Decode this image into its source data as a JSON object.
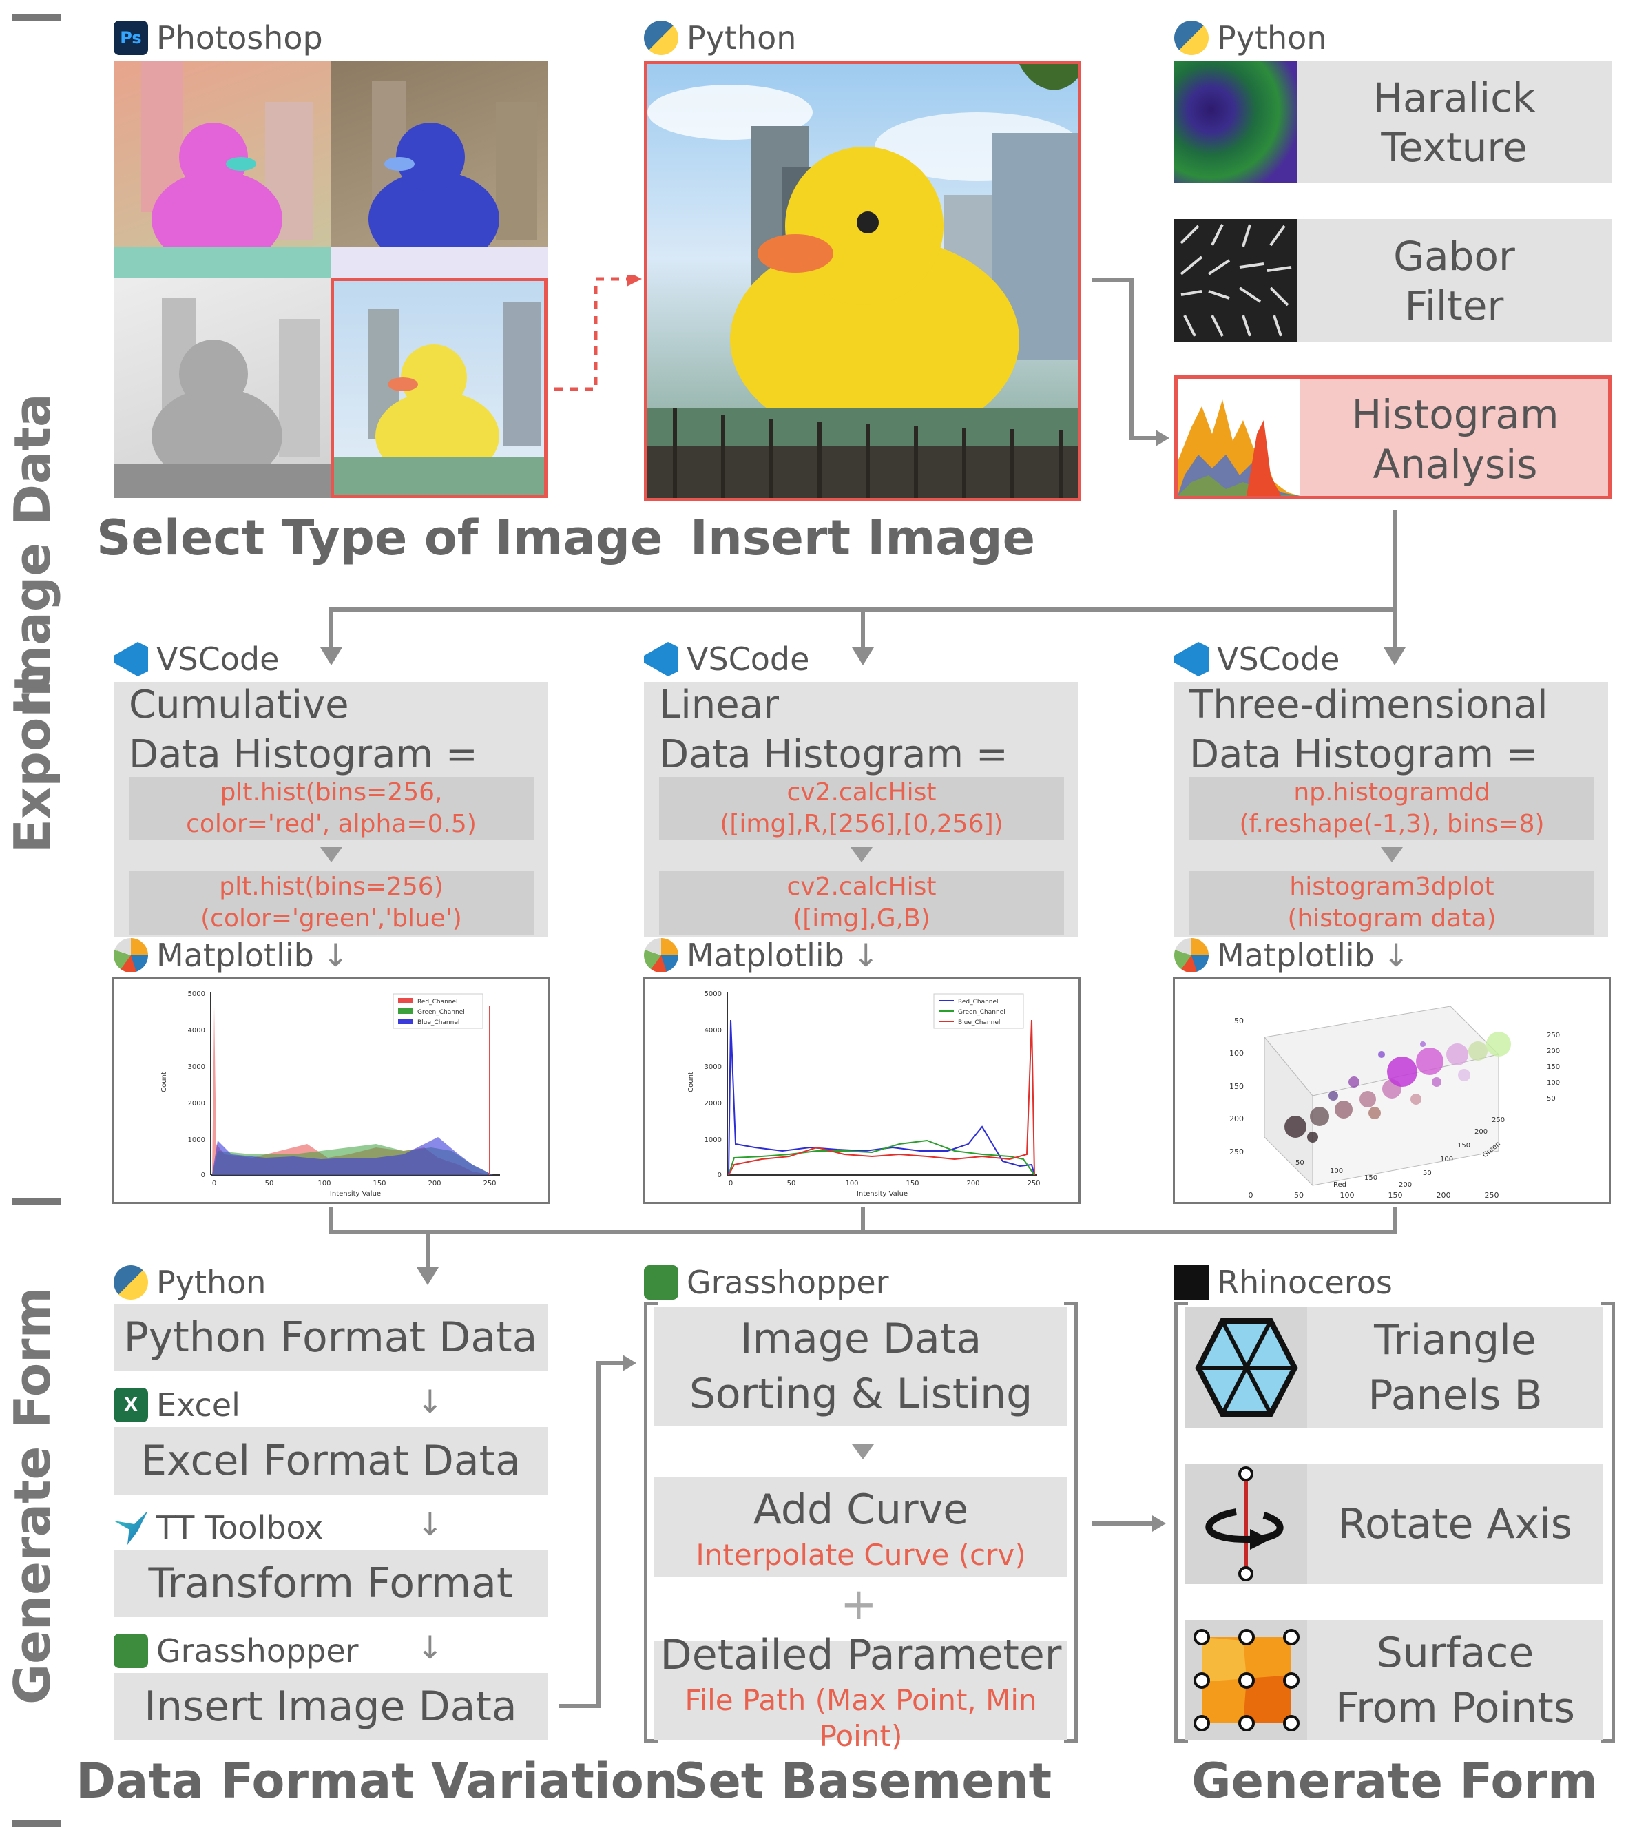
{
  "sidebar": {
    "image_data": "Image Data",
    "export": "Export",
    "generate_form": "Generate Form"
  },
  "tools": {
    "photoshop": "Photoshop",
    "python1": "Python",
    "python2": "Python",
    "vscode1": "VSCode",
    "vscode2": "VSCode",
    "vscode3": "VSCode",
    "matplotlib1": "Matplotlib",
    "matplotlib2": "Matplotlib",
    "matplotlib3": "Matplotlib",
    "python3": "Python",
    "excel": "Excel",
    "tt_toolbox": "TT Toolbox",
    "grasshopper1": "Grasshopper",
    "grasshopper2": "Grasshopper",
    "rhinoceros": "Rhinoceros"
  },
  "section_titles": {
    "select_type": "Select Type of Image",
    "insert_image": "Insert Image",
    "data_format": "Data Format Variation",
    "set_basement": "Set Basement",
    "generate_form": "Generate Form"
  },
  "features": [
    {
      "line1": "Haralick",
      "line2": "Texture"
    },
    {
      "line1": "Gabor",
      "line2": "Filter"
    },
    {
      "line1": "Histogram",
      "line2": "Analysis"
    }
  ],
  "histograms": [
    {
      "head1": "Cumulative",
      "head2": "Data Histogram =",
      "code1a": "plt.hist(bins=256,",
      "code1b": "color='red', alpha=0.5)",
      "code2a": "plt.hist(bins=256)",
      "code2b": "(color='green','blue')"
    },
    {
      "head1": "Linear",
      "head2": "Data Histogram =",
      "code1a": "cv2.calcHist",
      "code1b": "([img],R,[256],[0,256])",
      "code2a": "cv2.calcHist",
      "code2b": "([img],G,B)"
    },
    {
      "head1": "Three-dimensional",
      "head2": "Data Histogram =",
      "code1a": "np.histogramdd",
      "code1b": "(f.reshape(-1,3), bins=8)",
      "code2a": "histogram3dplot",
      "code2b": "(histogram data)"
    }
  ],
  "plots": {
    "p1_legend": [
      "Red_Channel",
      "Green_Channel",
      "Blue_Channel"
    ],
    "p1_xlabel": "Intensity Value",
    "p1_ylabel": "Count",
    "p1_yticks": [
      "5000",
      "4000",
      "3000",
      "2000",
      "1000",
      "0"
    ],
    "p1_xticks": [
      "0",
      "50",
      "100",
      "150",
      "200",
      "250"
    ],
    "p2_legend": [
      "Red_Channel",
      "Green_Channel",
      "Blue_Channel"
    ],
    "p2_xlabel": "Intensity Value",
    "p2_ylabel": "Count",
    "p2_yticks": [
      "5000",
      "4000",
      "3000",
      "2000",
      "1000",
      "0"
    ],
    "p2_xticks": [
      "0",
      "50",
      "100",
      "150",
      "200",
      "250"
    ],
    "p3_left_ticks": [
      "50",
      "100",
      "150",
      "200",
      "250"
    ],
    "p3_right_ticks": [
      "250",
      "200",
      "150",
      "100",
      "50"
    ],
    "p3_bottom_ticks": [
      "0",
      "50",
      "100",
      "150",
      "200",
      "250"
    ],
    "p3_axis_red": "Red",
    "p3_axis_green": "Green",
    "p3_red_ticks": [
      "50",
      "100",
      "150",
      "200"
    ],
    "p3_green_ticks": [
      "50",
      "100",
      "150",
      "200",
      "250"
    ]
  },
  "data_format": {
    "python_format": "Python Format Data",
    "excel_format": "Excel Format Data",
    "transform_format": "Transform Format",
    "insert_image_data": "Insert Image Data"
  },
  "basement": {
    "step1_line1": "Image Data",
    "step1_line2": "Sorting & Listing",
    "step2_title": "Add Curve",
    "step2_sub": "Interpolate Curve (crv)",
    "plus": "+",
    "step3_title": "Detailed Parameter",
    "step3_sub": "File Path (Max Point, Min Point)"
  },
  "form": {
    "row1_line1": "Triangle",
    "row1_line2": "Panels B",
    "row2": "Rotate Axis",
    "row3_line1": "Surface",
    "row3_line2": "From Points"
  },
  "colors": {
    "highlight": "#e8564f",
    "highlight_fill": "#f6c9c7",
    "code_text": "#e8624f",
    "box_grey": "#e2e2e2",
    "arrow_grey": "#8c8c8c"
  }
}
